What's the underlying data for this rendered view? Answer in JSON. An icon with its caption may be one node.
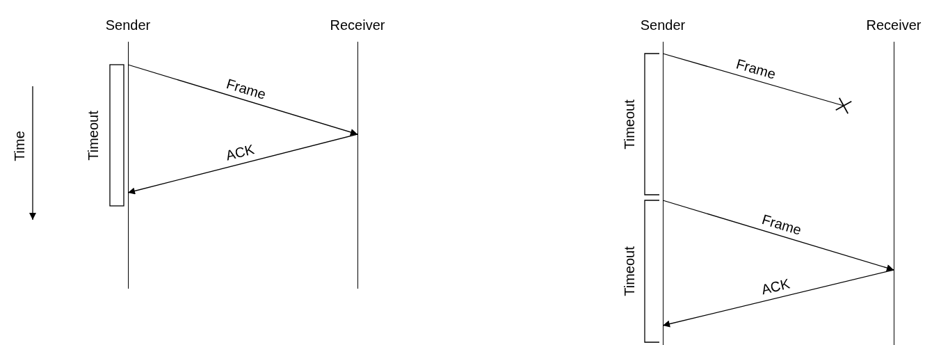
{
  "diagram": {
    "nodes": [
      {
        "text": [
          "Sender"
        ]
      },
      {
        "text": [
          "Receiver"
        ]
      },
      {
        "text": [
          "Timeout"
        ]
      },
      {
        "text": [
          "Sender"
        ]
      },
      {
        "text": [
          "Receiver"
        ]
      },
      {
        "text": [
          "Timeout"
        ]
      },
      {
        "text": [
          "Timeout"
        ]
      }
    ],
    "edges": [
      {
        "from": 0,
        "to": 1,
        "arrow": "to",
        "label": "Frame"
      },
      {
        "from": 1,
        "to": 0,
        "arrow": "to",
        "label": "ACK"
      },
      {
        "from": 3,
        "to": null,
        "arrow": "other",
        "label": "Frame"
      },
      {
        "from": 3,
        "to": 4,
        "arrow": "to",
        "label": "Frame"
      },
      {
        "from": 4,
        "to": 3,
        "arrow": "to",
        "label": "ACK"
      }
    ],
    "labels": [
      "Time"
    ]
  }
}
